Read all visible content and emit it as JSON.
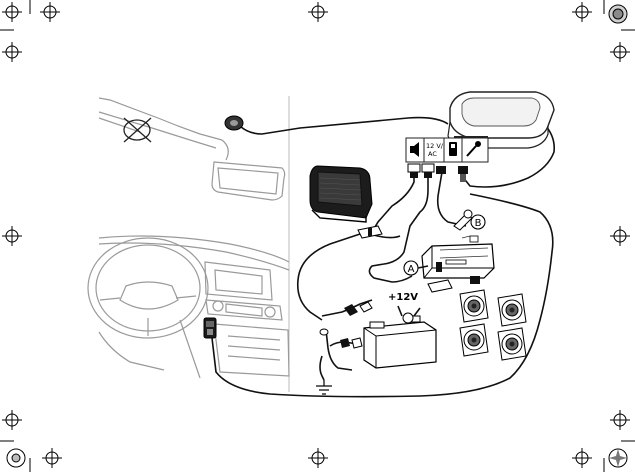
{
  "labels": {
    "socket_voltage": "12 V/",
    "socket_type": "AC",
    "battery_voltage": "+12V",
    "callout_a": "A",
    "callout_b": "B"
  },
  "icons": {
    "speaker_port": "speaker-icon",
    "mic_port": "microphone-icon",
    "phone_port": "phone-icon",
    "ground": "ground-icon",
    "crossed_antenna": "no-mount-icon"
  },
  "colors": {
    "line": "#222222",
    "car_outline": "#9a9a9a",
    "fill_dark": "#1a1a1a"
  }
}
